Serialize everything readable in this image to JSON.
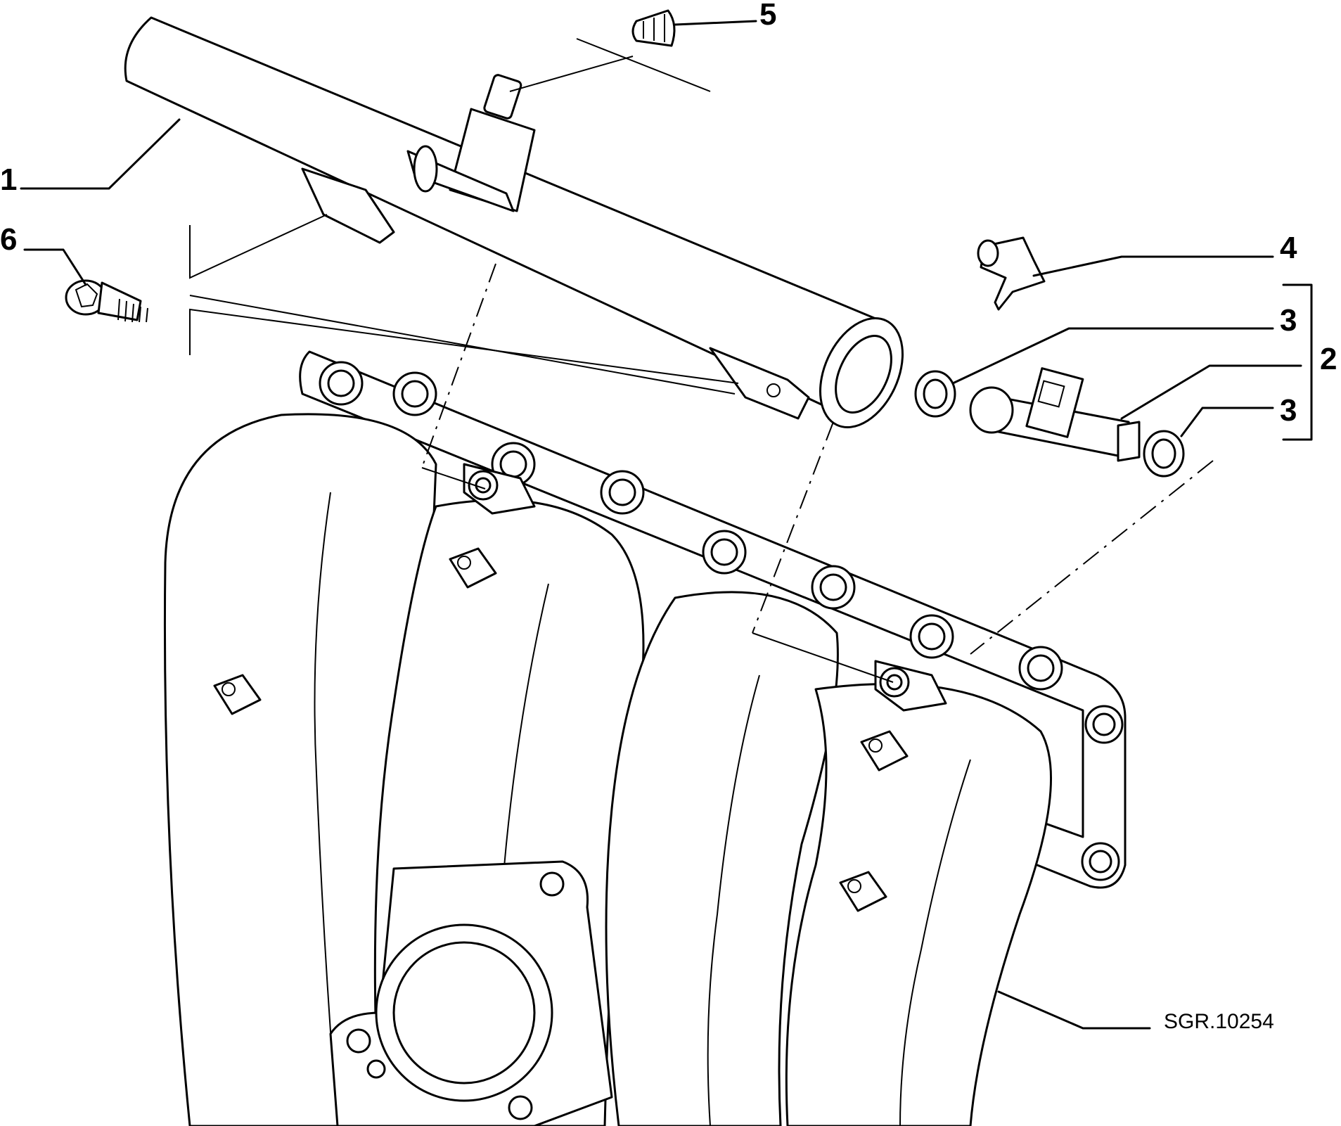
{
  "callouts": [
    {
      "label": "1",
      "part": "fuel-rail"
    },
    {
      "label": "2",
      "part": "injector-assembly"
    },
    {
      "label": "3",
      "part": "seal-ring-upper"
    },
    {
      "label": "3",
      "part": "seal-ring-lower"
    },
    {
      "label": "4",
      "part": "retaining-clip"
    },
    {
      "label": "5",
      "part": "cap"
    },
    {
      "label": "6",
      "part": "screw"
    }
  ],
  "reference_code": "SGR.10254",
  "colors": {
    "line": "#000000",
    "background": "#ffffff"
  }
}
